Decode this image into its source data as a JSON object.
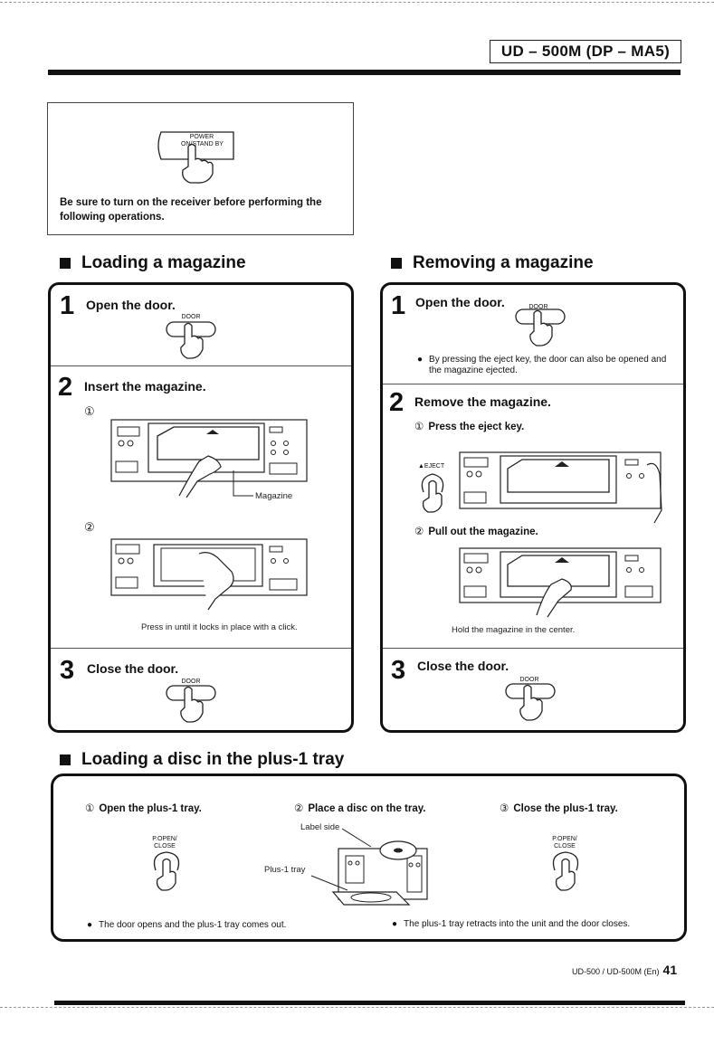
{
  "header": {
    "model": "UD – 500M (DP – MA5)"
  },
  "note": {
    "button_label": "POWER\nON/STAND BY",
    "text": "Be sure to turn on the receiver before performing the following operations."
  },
  "loading": {
    "title": "Loading a magazine",
    "step1": {
      "num": "1",
      "title": "Open the door.",
      "button": "DOOR"
    },
    "step2": {
      "num": "2",
      "title": "Insert the magazine.",
      "sub1": "①",
      "sub2": "②",
      "magazine_label": "Magazine",
      "caption": "Press in until it locks in place with a click."
    },
    "step3": {
      "num": "3",
      "title": "Close the door.",
      "button": "DOOR"
    }
  },
  "removing": {
    "title": "Removing a magazine",
    "step1": {
      "num": "1",
      "title": "Open the door.",
      "button": "DOOR",
      "bullet": "By pressing the eject key, the door can also be opened and the magazine ejected."
    },
    "step2": {
      "num": "2",
      "title": "Remove the magazine.",
      "sub1_num": "①",
      "sub1": "Press the eject key.",
      "eject_label": "▲EJECT",
      "sub2_num": "②",
      "sub2": "Pull out the magazine.",
      "caption": "Hold the magazine in the center."
    },
    "step3": {
      "num": "3",
      "title": "Close the door.",
      "button": "DOOR"
    }
  },
  "plus1": {
    "title": "Loading a disc in the plus-1 tray",
    "col1_num": "①",
    "col1": "Open the plus-1 tray.",
    "col2_num": "②",
    "col2": "Place a disc on the tray.",
    "col3_num": "③",
    "col3": "Close the plus-1 tray.",
    "btn_label": "P.OPEN/\nCLOSE",
    "label_side": "Label side",
    "plus1_tray": "Plus-1 tray",
    "bullet1": "The door opens and the plus-1 tray comes out.",
    "bullet2": "The plus-1 tray retracts into the unit and the door closes."
  },
  "footer": {
    "model": "UD-500 / UD-500M (En)",
    "page": "41"
  }
}
